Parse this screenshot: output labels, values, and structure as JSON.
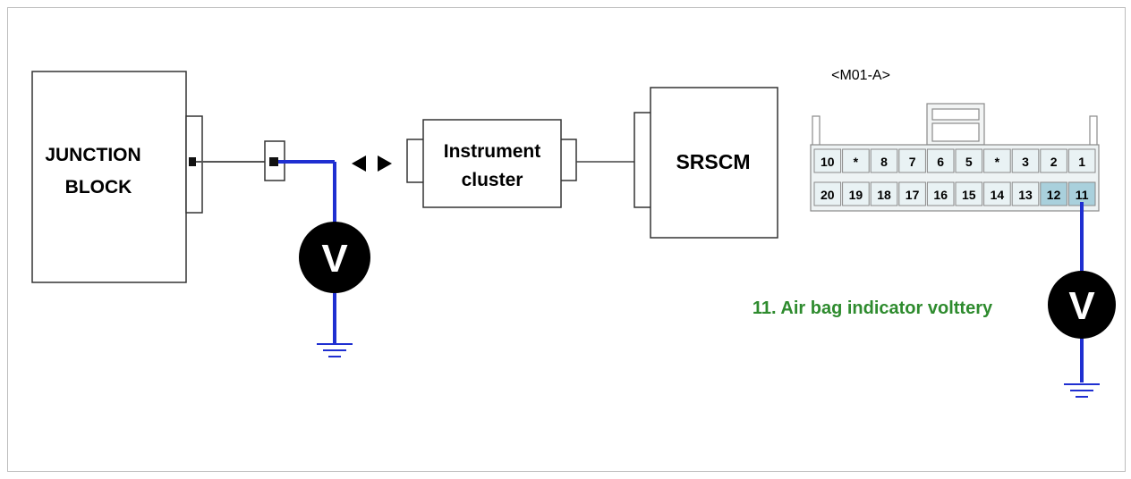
{
  "junction_block": {
    "line1": "JUNCTION",
    "line2": "BLOCK"
  },
  "instrument_cluster": {
    "line1": "Instrument",
    "line2": "cluster"
  },
  "srscm": {
    "label": "SRSCM"
  },
  "connector": {
    "title": "<M01-A>",
    "top_row": [
      "10",
      "*",
      "8",
      "7",
      "6",
      "5",
      "*",
      "3",
      "2",
      "1"
    ],
    "bottom_row": [
      "20",
      "19",
      "18",
      "17",
      "16",
      "15",
      "14",
      "13",
      "12",
      "11"
    ],
    "highlighted_pins": [
      "12",
      "11"
    ]
  },
  "voltmeter": {
    "symbol": "V"
  },
  "caption": "11. Air bag indicator volttery",
  "colors": {
    "wire": "#1f2fd1",
    "caption": "#2e8b2e",
    "pin_highlight": "#a9d0dc",
    "pin_fill": "#e9f2f4"
  }
}
